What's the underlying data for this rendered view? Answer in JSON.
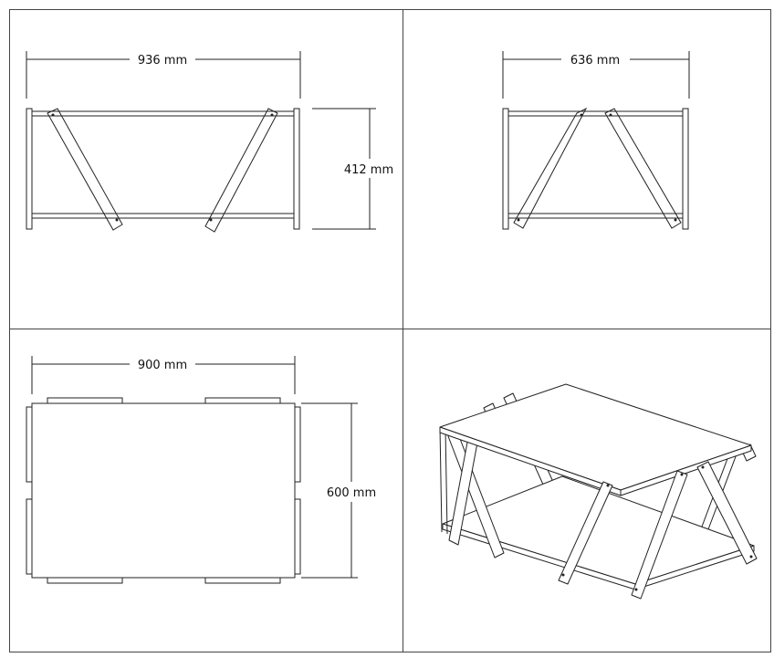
{
  "colors": {
    "line": "#222222",
    "background": "#ffffff"
  },
  "views": [
    {
      "name": "front-view",
      "dimensions": {
        "width": "936 mm",
        "height": "412 mm"
      }
    },
    {
      "name": "side-view",
      "dimensions": {
        "width": "636 mm"
      }
    },
    {
      "name": "top-view",
      "dimensions": {
        "width": "900 mm",
        "depth": "600 mm"
      }
    },
    {
      "name": "isometric-view"
    }
  ]
}
